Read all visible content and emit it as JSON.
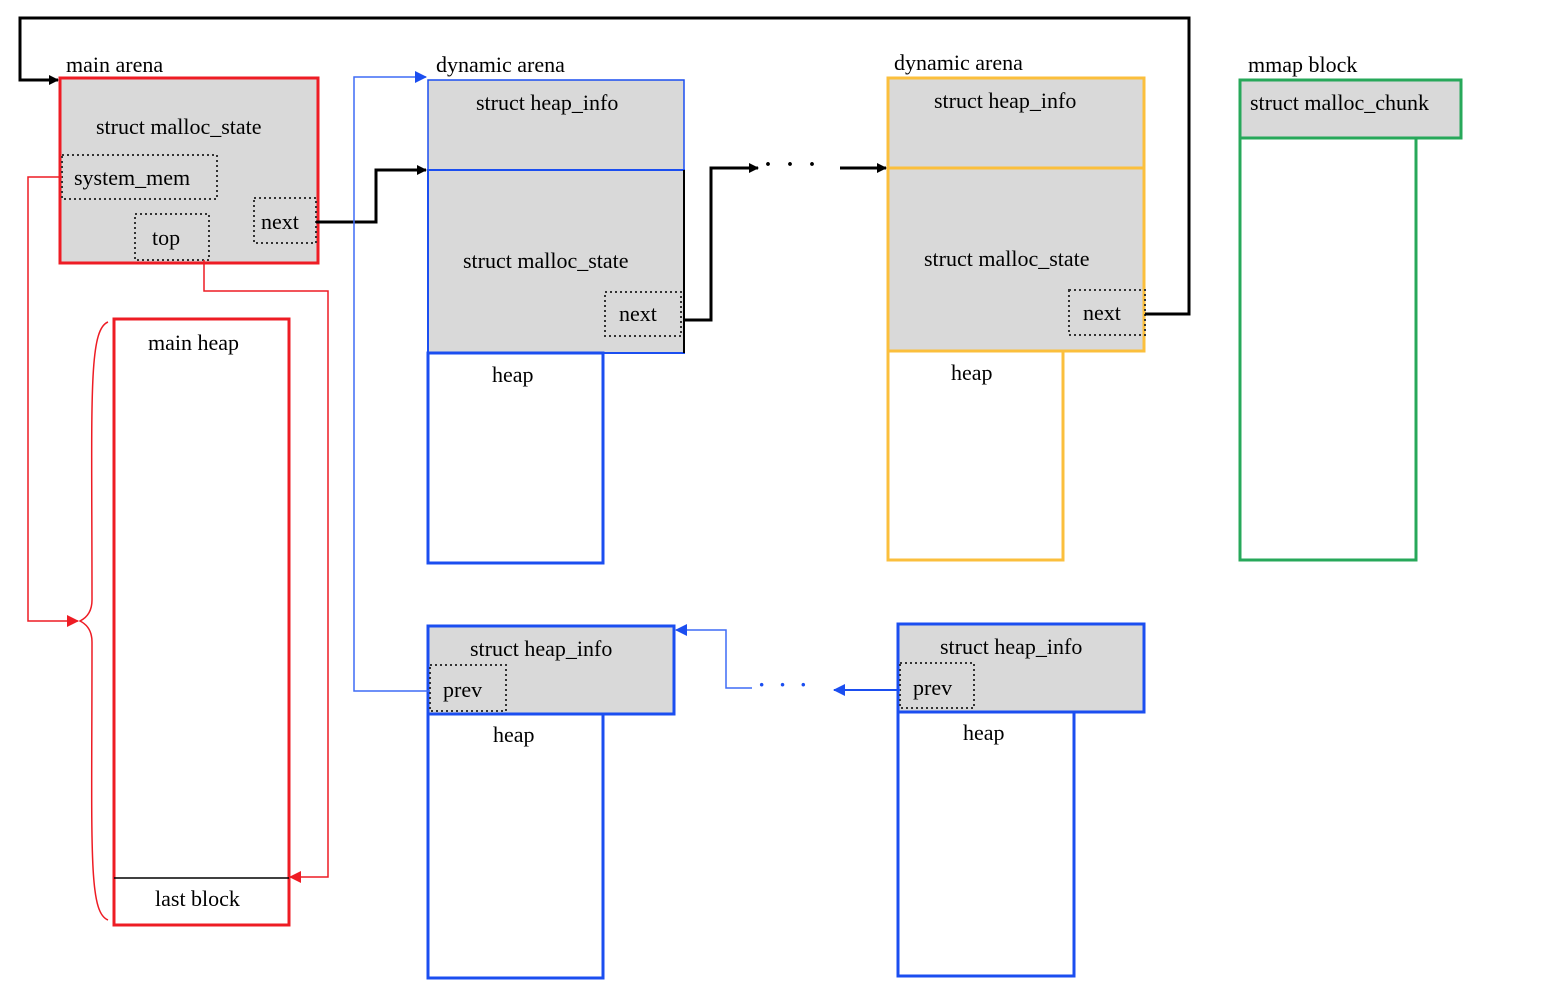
{
  "colors": {
    "main": "#ee1c24",
    "dyn_blue": "#1b4ef0",
    "dyn_yellow": "#fbbf3c",
    "mmap": "#27a85a",
    "link": "#000000",
    "fill": "#d9d9d9",
    "faint_blue": "#3f6cf5"
  },
  "main_arena": {
    "title": "main arena",
    "struct": "struct malloc_state",
    "system_mem": "system_mem",
    "top": "top",
    "next": "next",
    "heap_label": "main heap",
    "last_block": "last block"
  },
  "dynamic_arena_1": {
    "title": "dynamic arena",
    "heap_info": "struct heap_info",
    "malloc_state": "struct malloc_state",
    "next": "next",
    "heap": "heap"
  },
  "dynamic_arena_2": {
    "title": "dynamic arena",
    "heap_info": "struct heap_info",
    "malloc_state": "struct malloc_state",
    "next": "next",
    "heap": "heap"
  },
  "mmap_block": {
    "title": "mmap block",
    "chunk": "struct malloc_chunk"
  },
  "sub_heap_1": {
    "heap_info": "struct heap_info",
    "prev": "prev",
    "heap": "heap"
  },
  "sub_heap_2": {
    "heap_info": "struct heap_info",
    "prev": "prev",
    "heap": "heap"
  },
  "ellipsis": "· · ·"
}
